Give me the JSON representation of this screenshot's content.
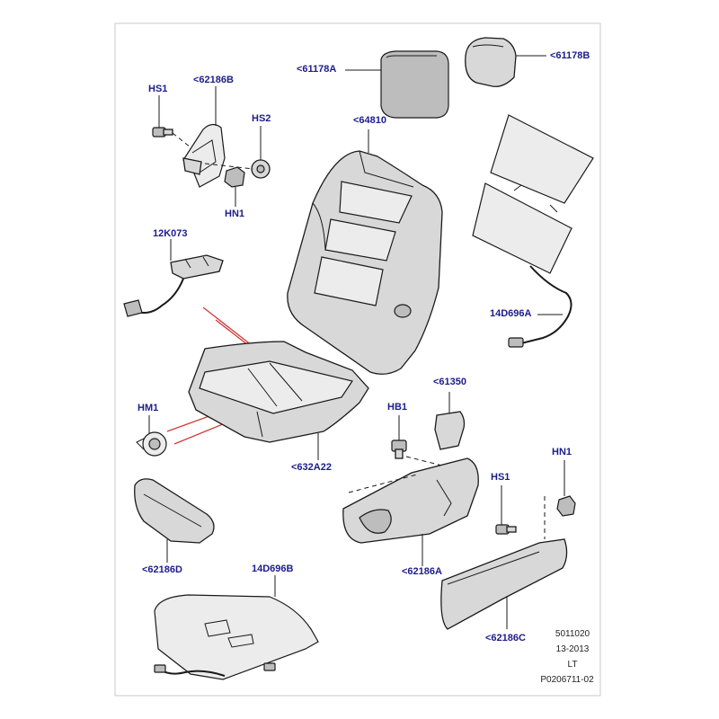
{
  "callouts": {
    "c61178A": "<61178A",
    "c61178B": "<61178B",
    "c62186B": "<62186B",
    "cHS1_top": "HS1",
    "cHS2": "HS2",
    "cHN1_top": "HN1",
    "c64810": "<64810",
    "c12K073": "12K073",
    "c14D696A": "14D696A",
    "cHM1": "HM1",
    "c632A22": "<632A22",
    "cHB1": "HB1",
    "c61350": "<61350",
    "cHN1_right": "HN1",
    "cHS1_right": "HS1",
    "c62186D": "<62186D",
    "c14D696B": "14D696B",
    "c62186A": "<62186A",
    "c62186C": "<62186C"
  },
  "meta": {
    "line1": "5011020",
    "line2": "13-2013",
    "line3": "LT",
    "line4": "P0206711-02"
  },
  "colors": {
    "callout_text": "#1c1c8c",
    "lines": "#1a1a1a",
    "highlight_lines": "#d23a3a",
    "part_fill": "#d8d8d8"
  }
}
